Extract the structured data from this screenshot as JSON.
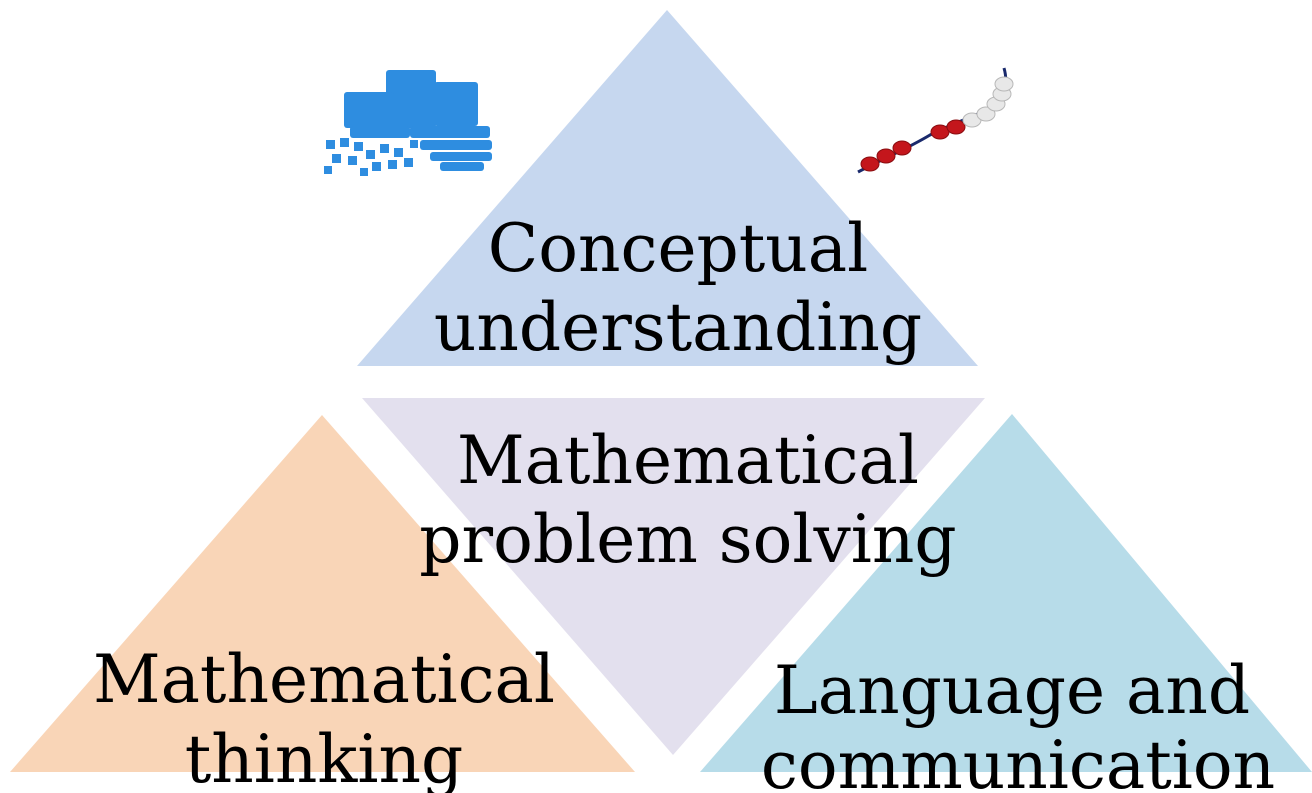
{
  "colors": {
    "top": "#c6d7ef",
    "center": "#e3e0ee",
    "left": "#f9d5b7",
    "right": "#b7dce9",
    "cubes": "#2e8de0",
    "bead_red": "#c4161c",
    "bead_white": "#e8e8e8",
    "bead_string": "#1a2a6c"
  },
  "pictures": {
    "top_left": "base-ten-blocks",
    "top_right": "bead-string"
  },
  "triangles": {
    "top": {
      "line1": "Conceptual",
      "line2": "understanding"
    },
    "center": {
      "line1": "Mathematical",
      "line2": "problem solving"
    },
    "left": {
      "line1": "Mathematical",
      "line2": "thinking"
    },
    "right": {
      "line1": "Language and",
      "line2": "communication"
    }
  }
}
